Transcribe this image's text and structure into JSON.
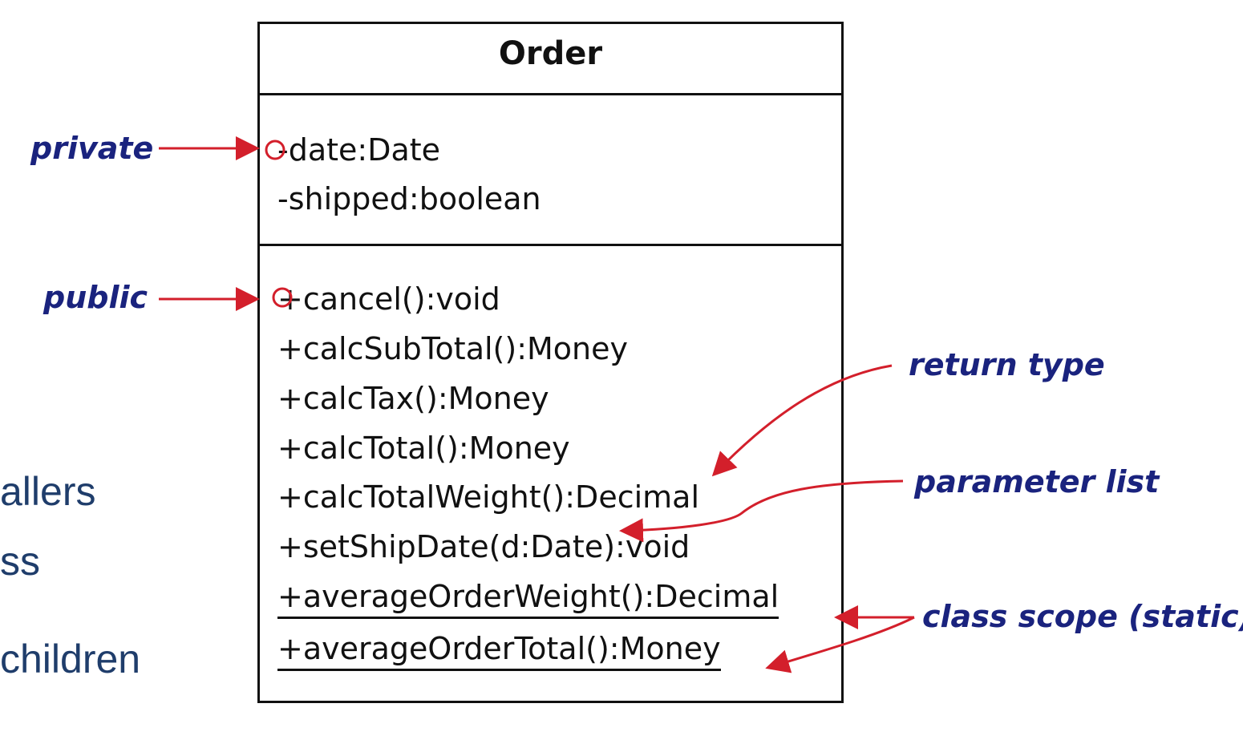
{
  "uml_class": {
    "name": "Order",
    "attributes": [
      "-date:Date",
      "-shipped:boolean"
    ],
    "operations": [
      "+cancel():void",
      "+calcSubTotal():Money",
      "+calcTax():Money",
      "+calcTotal():Money",
      "+calcTotalWeight():Decimal",
      "+setShipDate(d:Date):void",
      "+averageOrderWeight():Decimal",
      "+averageOrderTotal():Money"
    ]
  },
  "annotations": {
    "private": "private",
    "public": "public",
    "return_type": "return type",
    "parameter_list": "parameter list",
    "class_scope": "class scope (static)"
  },
  "background_text": [
    "allers",
    "ss",
    "children"
  ],
  "colors": {
    "arrow": "#d31f2b",
    "annotation_text": "#1a237e",
    "slide_text": "#1f3d6b",
    "box_border": "#111111"
  }
}
